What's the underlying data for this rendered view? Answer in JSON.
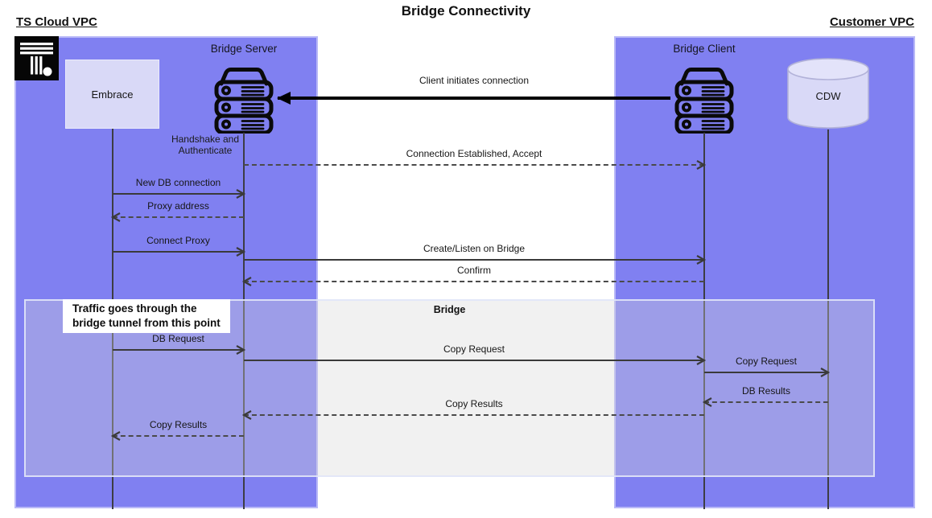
{
  "title": "Bridge Connectivity",
  "zones": {
    "left_label": "TS Cloud VPC",
    "right_label": "Customer VPC"
  },
  "participants": {
    "embrace": "Embrace",
    "bridge_server": "Bridge Server",
    "bridge_client": "Bridge Client",
    "cdw": "CDW"
  },
  "annotations": {
    "handshake": "Handshake and Authenticate",
    "bridge_frame": "Bridge",
    "traffic_note": "Traffic goes through the bridge tunnel from this point"
  },
  "messages": [
    {
      "id": "client-initiates-connection",
      "label": "Client initiates connection",
      "from": "bridge_client",
      "to": "bridge_server",
      "line": "bold-solid"
    },
    {
      "id": "connection-established-accept",
      "label": "Connection Established, Accept",
      "from": "bridge_server",
      "to": "bridge_client",
      "line": "dashed"
    },
    {
      "id": "new-db-connection",
      "label": "New DB connection",
      "from": "embrace",
      "to": "bridge_server",
      "line": "solid"
    },
    {
      "id": "proxy-address",
      "label": "Proxy address",
      "from": "bridge_server",
      "to": "embrace",
      "line": "dashed"
    },
    {
      "id": "connect-proxy",
      "label": "Connect Proxy",
      "from": "embrace",
      "to": "bridge_server",
      "line": "solid"
    },
    {
      "id": "create-listen-on-bridge",
      "label": "Create/Listen on Bridge",
      "from": "bridge_server",
      "to": "bridge_client",
      "line": "solid"
    },
    {
      "id": "confirm",
      "label": "Confirm",
      "from": "bridge_client",
      "to": "bridge_server",
      "line": "dashed"
    },
    {
      "id": "db-request",
      "label": "DB Request",
      "from": "embrace",
      "to": "bridge_server",
      "line": "solid"
    },
    {
      "id": "copy-request",
      "label": "Copy Request",
      "from": "bridge_server",
      "to": "bridge_client",
      "line": "solid"
    },
    {
      "id": "copy-request-cdw",
      "label": "Copy Request",
      "from": "bridge_client",
      "to": "cdw",
      "line": "solid"
    },
    {
      "id": "db-results",
      "label": "DB Results",
      "from": "cdw",
      "to": "bridge_client",
      "line": "dashed"
    },
    {
      "id": "copy-results",
      "label": "Copy Results",
      "from": "bridge_client",
      "to": "bridge_server",
      "line": "dashed"
    },
    {
      "id": "copy-results-embrace",
      "label": "Copy Results",
      "from": "bridge_server",
      "to": "embrace",
      "line": "dashed"
    }
  ],
  "icons": {
    "logo": "thoughtspot-logo-icon",
    "server": "server-stack-icon",
    "database": "database-cylinder-icon"
  },
  "colors": {
    "vpc_fill": "#8080f1",
    "node_fill": "#d9d9f7",
    "bridge_overlay": "#f4f4f4",
    "arrow": "#3a3a3a",
    "emphasis_arrow": "#000000",
    "icon_stroke": "#0a0a0a"
  }
}
